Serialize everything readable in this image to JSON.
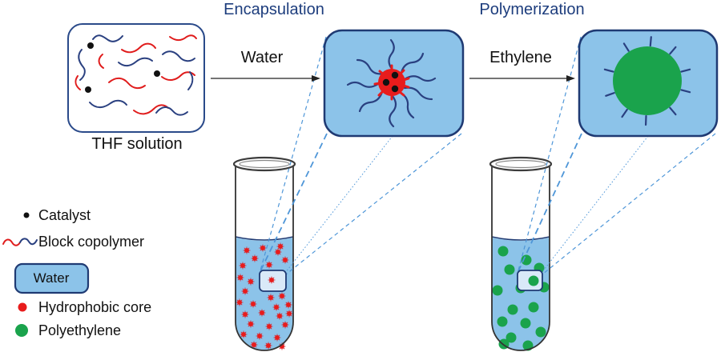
{
  "headings": {
    "encapsulation": "Encapsulation",
    "polymerization": "Polymerization"
  },
  "labels": {
    "thf": "THF solution",
    "water_arrow": "Water",
    "ethylene_arrow": "Ethylene"
  },
  "legend": {
    "items": [
      {
        "label": "Catalyst",
        "icon": "black-dot"
      },
      {
        "label": "Block copolymer",
        "icon": "red-blue-wavy-line"
      },
      {
        "label": "Water",
        "icon": "blue-rounded-box"
      },
      {
        "label": "Hydrophobic core",
        "icon": "red-dot"
      },
      {
        "label": "Polyethylene",
        "icon": "green-dot"
      }
    ]
  },
  "colors": {
    "water_blue": "#8cc3e9",
    "callout_blue": "#d9e9f8",
    "hydrophobic_red": "#e81c1c",
    "polyethylene_green": "#1aa34c",
    "outline_navy": "#1f3a73",
    "chain_navy": "#2a4080",
    "chain_red": "#e01c1c",
    "heading_navy": "#1d3d7d",
    "connector_blue": "#4e96d8",
    "catalyst_black": "#111111"
  }
}
